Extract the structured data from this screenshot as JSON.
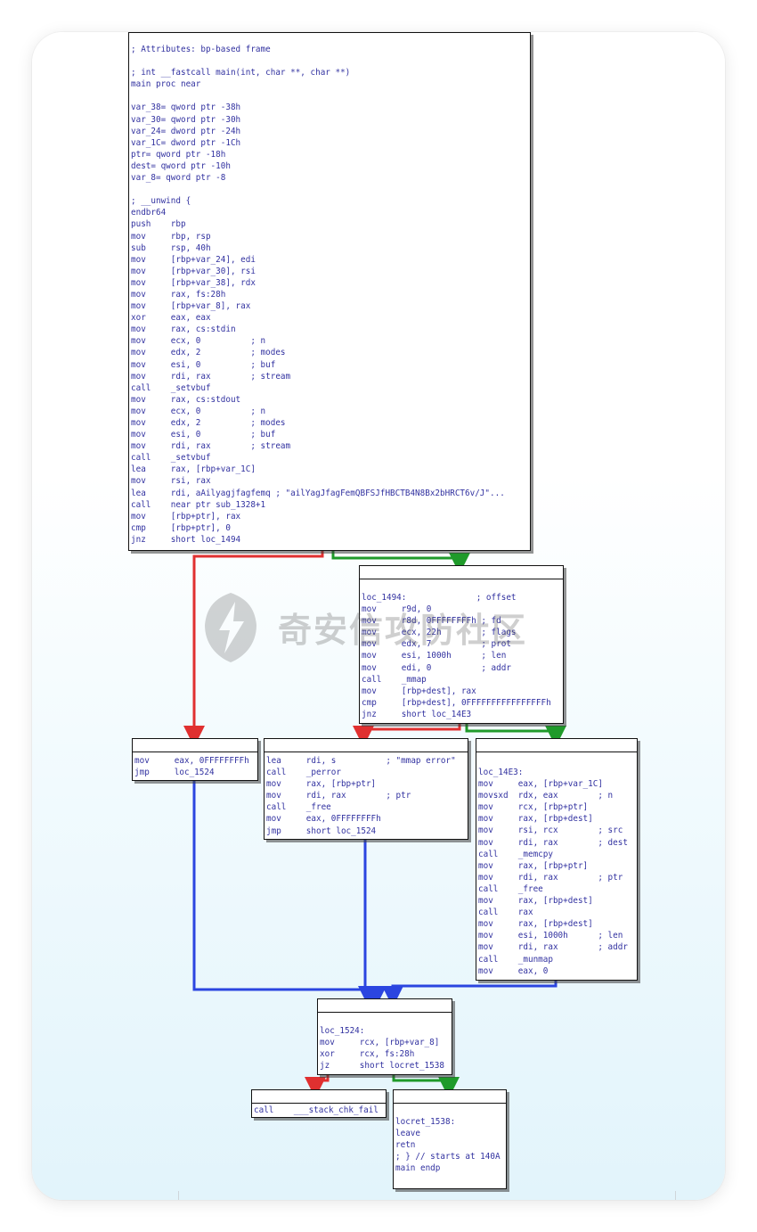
{
  "watermark": {
    "text": "奇安信攻防社区"
  },
  "nodes": {
    "main": [
      "; Attributes: bp-based frame",
      "",
      "; int __fastcall main(int, char **, char **)",
      "main proc near",
      "",
      "var_38= qword ptr -38h",
      "var_30= qword ptr -30h",
      "var_24= dword ptr -24h",
      "var_1C= dword ptr -1Ch",
      "ptr= qword ptr -18h",
      "dest= qword ptr -10h",
      "var_8= qword ptr -8",
      "",
      "; __unwind {",
      "endbr64",
      "push    rbp",
      "mov     rbp, rsp",
      "sub     rsp, 40h",
      "mov     [rbp+var_24], edi",
      "mov     [rbp+var_30], rsi",
      "mov     [rbp+var_38], rdx",
      "mov     rax, fs:28h",
      "mov     [rbp+var_8], rax",
      "xor     eax, eax",
      "mov     rax, cs:stdin",
      "mov     ecx, 0          ; n",
      "mov     edx, 2          ; modes",
      "mov     esi, 0          ; buf",
      "mov     rdi, rax        ; stream",
      "call    _setvbuf",
      "mov     rax, cs:stdout",
      "mov     ecx, 0          ; n",
      "mov     edx, 2          ; modes",
      "mov     esi, 0          ; buf",
      "mov     rdi, rax        ; stream",
      "call    _setvbuf",
      "lea     rax, [rbp+var_1C]",
      "mov     rsi, rax",
      "lea     rdi, aAilyagjfagfemq ; \"ailYagJfagFemQBFSJfHBCTB4N8Bx2bHRCT6v/J\"...",
      "call    near ptr sub_1328+1",
      "mov     [rbp+ptr], rax",
      "cmp     [rbp+ptr], 0",
      "jnz     short loc_1494"
    ],
    "loc1494": [
      "loc_1494:              ; offset",
      "mov     r9d, 0",
      "mov     r8d, 0FFFFFFFFh ; fd",
      "mov     ecx, 22h        ; flags",
      "mov     edx, 7          ; prot",
      "mov     esi, 1000h      ; len",
      "mov     edi, 0          ; addr",
      "call    _mmap",
      "mov     [rbp+dest], rax",
      "cmp     [rbp+dest], 0FFFFFFFFFFFFFFFFh",
      "jnz     short loc_14E3"
    ],
    "fail1": [
      "mov     eax, 0FFFFFFFFh",
      "jmp     loc_1524"
    ],
    "perror": [
      "lea     rdi, s          ; \"mmap error\"",
      "call    _perror",
      "mov     rax, [rbp+ptr]",
      "mov     rdi, rax        ; ptr",
      "call    _free",
      "mov     eax, 0FFFFFFFFh",
      "jmp     short loc_1524"
    ],
    "loc14e3": [
      "loc_14E3:",
      "mov     eax, [rbp+var_1C]",
      "movsxd  rdx, eax        ; n",
      "mov     rcx, [rbp+ptr]",
      "mov     rax, [rbp+dest]",
      "mov     rsi, rcx        ; src",
      "mov     rdi, rax        ; dest",
      "call    _memcpy",
      "mov     rax, [rbp+ptr]",
      "mov     rdi, rax        ; ptr",
      "call    _free",
      "mov     rax, [rbp+dest]",
      "call    rax",
      "mov     rax, [rbp+dest]",
      "mov     esi, 1000h      ; len",
      "mov     rdi, rax        ; addr",
      "call    _munmap",
      "mov     eax, 0"
    ],
    "loc1524": [
      "loc_1524:",
      "mov     rcx, [rbp+var_8]",
      "xor     rcx, fs:28h",
      "jz      short locret_1538"
    ],
    "stackfail": [
      "call    ___stack_chk_fail"
    ],
    "locret": [
      "locret_1538:",
      "leave",
      "retn",
      "; } // starts at 140A",
      "main endp"
    ]
  }
}
